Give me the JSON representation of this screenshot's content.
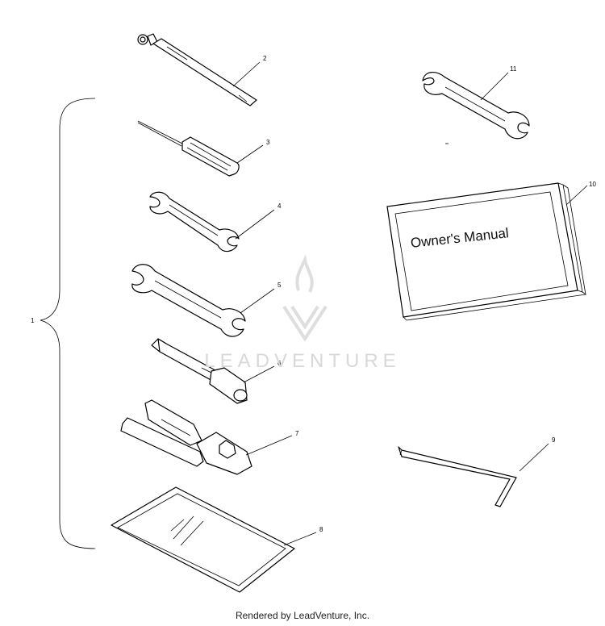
{
  "callouts": [
    "1",
    "2",
    "3",
    "4",
    "5",
    "6",
    "7",
    "8",
    "9",
    "10",
    "11"
  ],
  "manual_title": "Owner's Manual",
  "watermark": "LEADVENTURE",
  "footer": "Rendered by LeadVenture, Inc."
}
